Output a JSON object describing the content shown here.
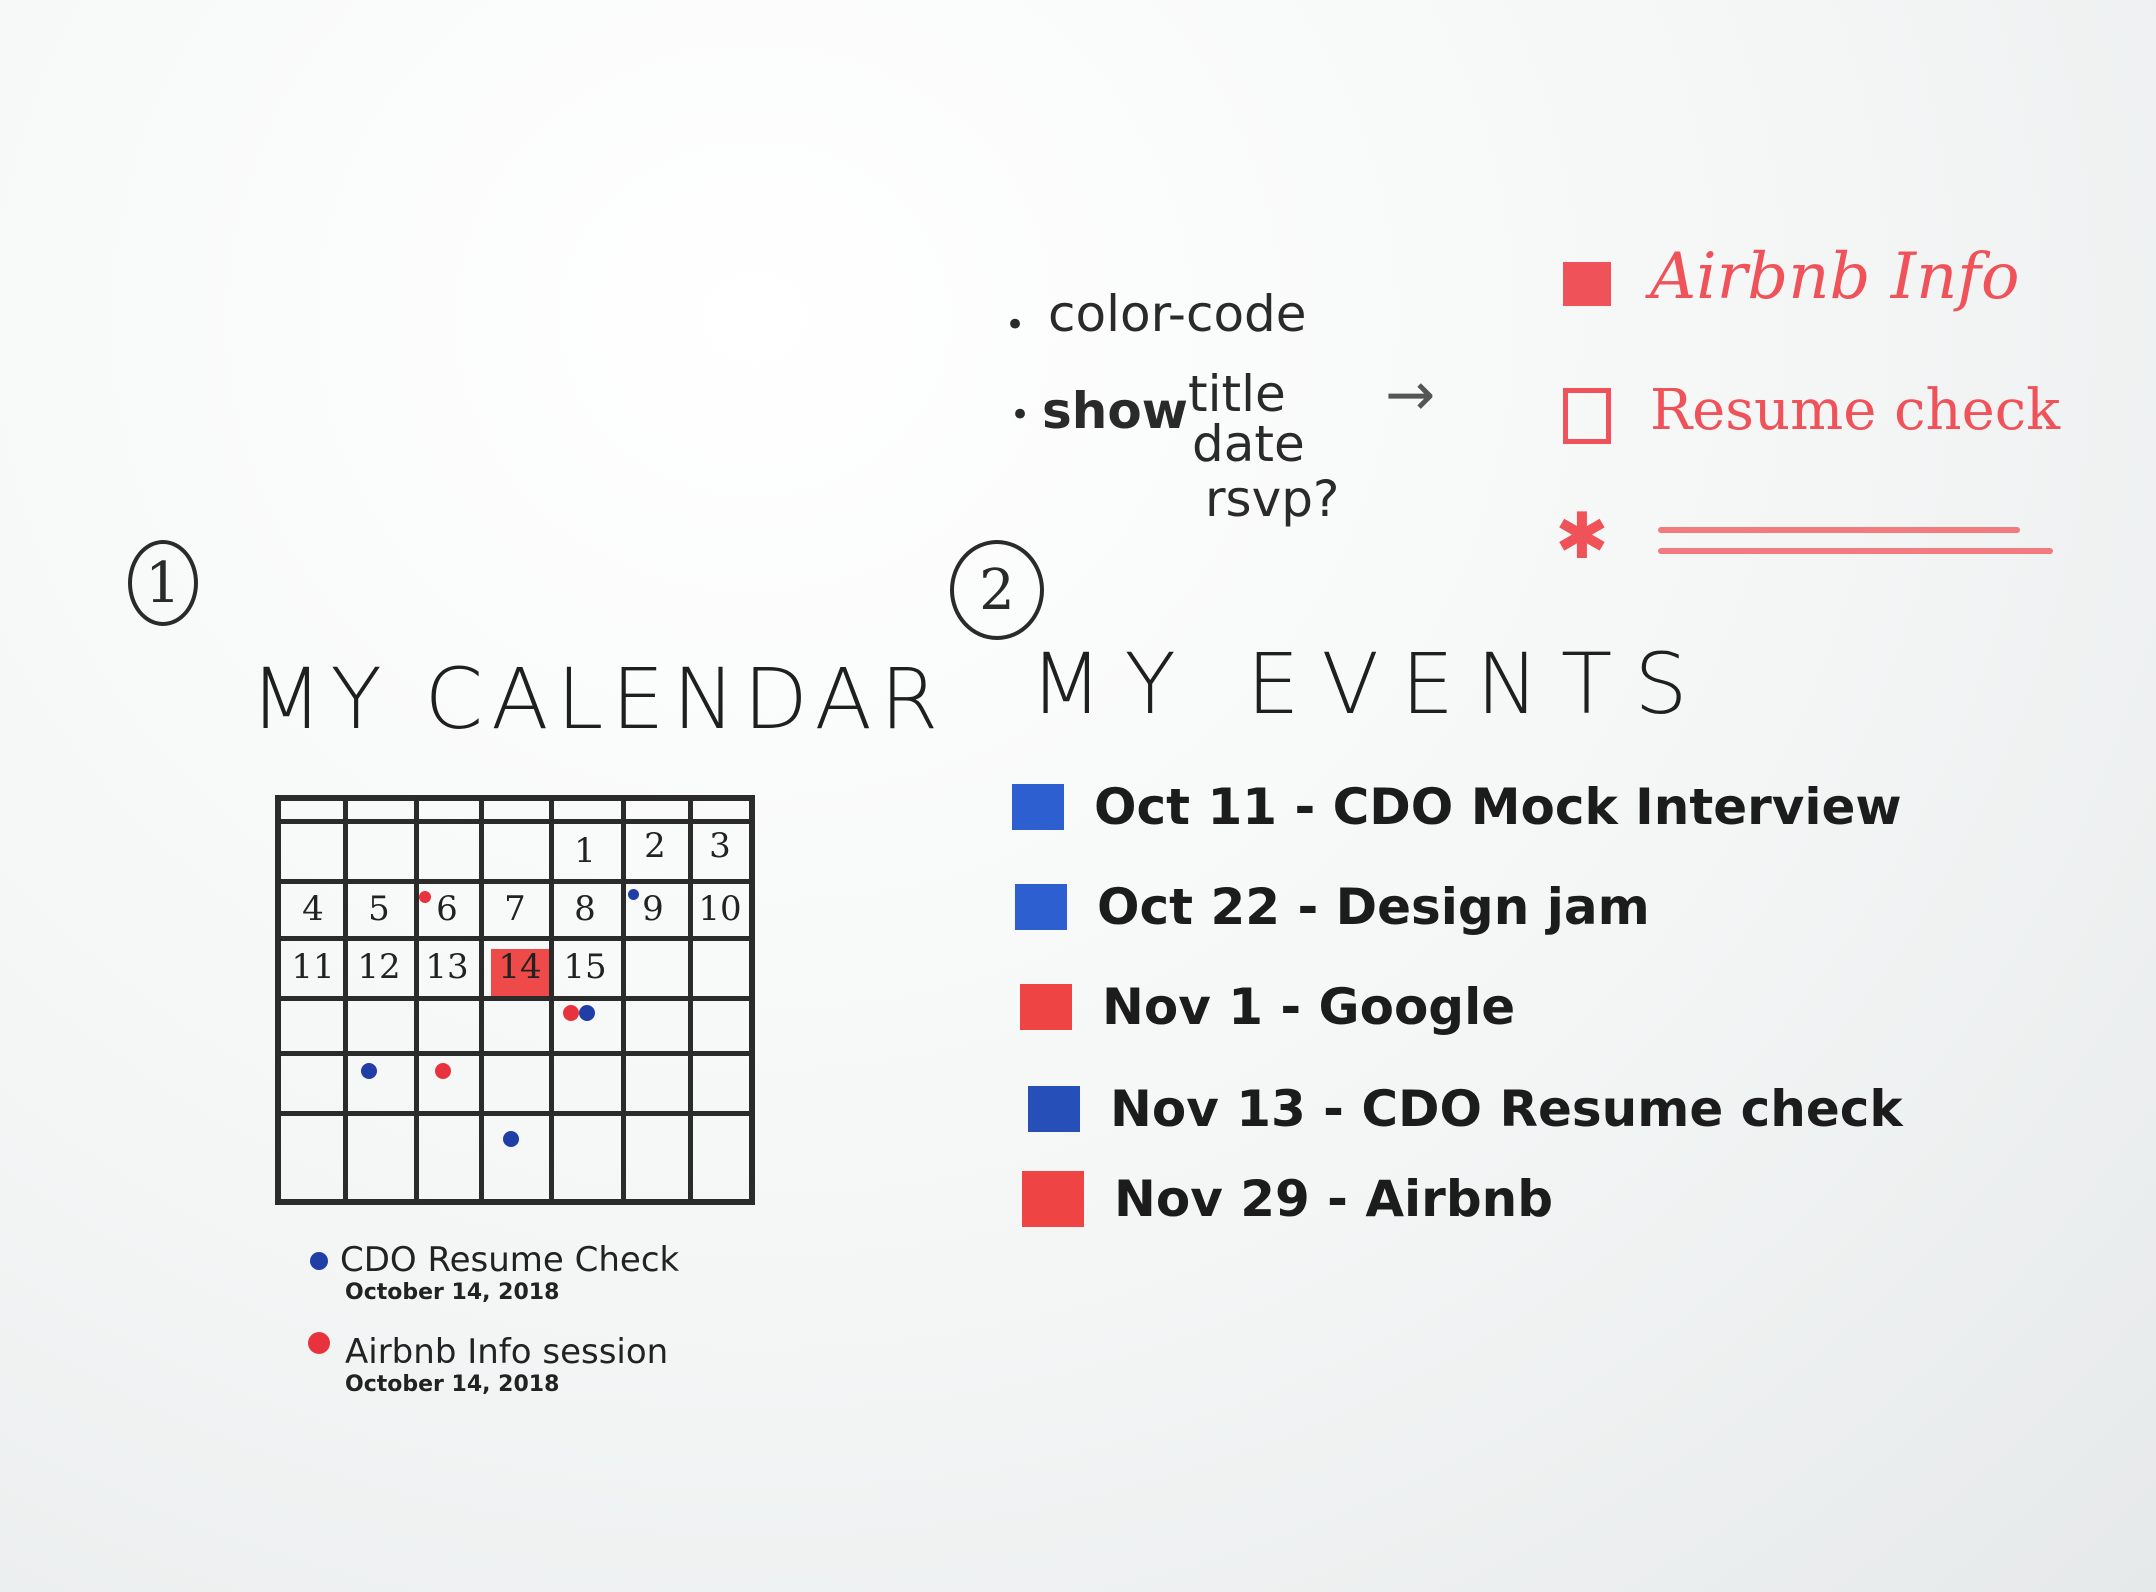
{
  "left": {
    "step_number": "1",
    "title": "MY CALENDAR",
    "calendar": {
      "rows": [
        [
          "",
          "",
          "",
          "",
          "1",
          "2",
          "3"
        ],
        [
          "4",
          "5",
          "6",
          "7",
          "8",
          "9",
          "10"
        ],
        [
          "11",
          "12",
          "13",
          "14",
          "15",
          "",
          ""
        ],
        [
          "",
          "",
          "",
          "",
          "",
          "",
          ""
        ],
        [
          "",
          "",
          "",
          "",
          "",
          "",
          ""
        ],
        [
          "",
          "",
          "",
          "",
          "",
          "",
          ""
        ]
      ],
      "highlight_day": "14"
    },
    "legend": [
      {
        "title": "CDO Resume Check",
        "date": "October 14, 2018",
        "color": "#1f3ea6"
      },
      {
        "title": "Airbnb Info session",
        "date": "October 14, 2018",
        "color": "#e8333e"
      }
    ]
  },
  "right": {
    "step_number": "2",
    "title": "MY EVENTS",
    "notes": {
      "bullet1": "color-code",
      "bullet2": "show",
      "show_items": [
        "title",
        "date",
        "rsvp?"
      ],
      "arrow": "→"
    },
    "key": {
      "items": [
        {
          "label": "Airbnb Info",
          "marker": "filled"
        },
        {
          "label": "Resume check",
          "marker": "empty"
        },
        {
          "label": "",
          "marker": "asterisk"
        }
      ],
      "asterisk": "✱"
    },
    "events": [
      {
        "label": "Oct 11 - CDO Mock Interview",
        "color": "#2e5fd0"
      },
      {
        "label": "Oct 22 - Design jam",
        "color": "#2e5fd0"
      },
      {
        "label": "Nov 1 - Google",
        "color": "#ee4444"
      },
      {
        "label": "Nov 13 - CDO Resume check",
        "color": "#2650b8"
      },
      {
        "label": "Nov 29 - Airbnb",
        "color": "#ee4444"
      }
    ]
  },
  "colors": {
    "ink": "#1f1f1f",
    "red_marker": "#f0525a",
    "blue_marker": "#2e5fd0"
  }
}
